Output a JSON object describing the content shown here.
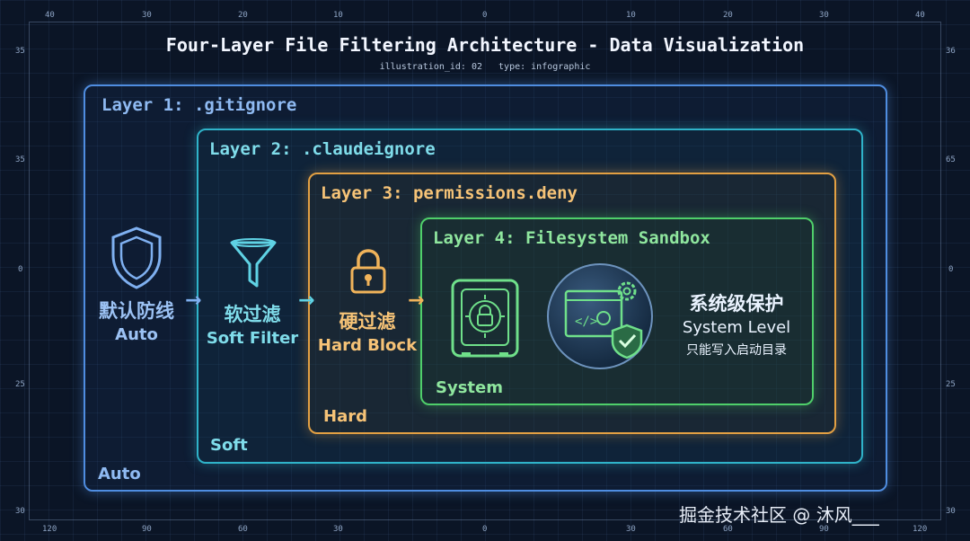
{
  "title": "Four-Layer File Filtering Architecture - Data Visualization",
  "subtitle": {
    "id_text": "illustration_id: 02",
    "type_text": "type: infographic"
  },
  "ticks": {
    "top": [
      "40",
      "30",
      "20",
      "10",
      "0",
      "10",
      "20",
      "30",
      "40"
    ],
    "bottom": [
      "120",
      "90",
      "60",
      "30",
      "0",
      "30",
      "60",
      "90",
      "120"
    ],
    "left": [
      "35",
      "35",
      "0",
      "25",
      "30"
    ],
    "right": [
      "36",
      "65",
      "0",
      "25",
      "30"
    ]
  },
  "layers": [
    {
      "title": "Layer 1: .gitignore",
      "footer": "Auto",
      "color": "#4f8de0"
    },
    {
      "title": "Layer 2: .claudeignore",
      "footer": "Soft",
      "color": "#2fb3c9"
    },
    {
      "title": "Layer 3: permissions.deny",
      "footer": "Hard",
      "color": "#e3a043"
    },
    {
      "title": "Layer 4: Filesystem Sandbox",
      "footer": "System",
      "color": "#4fcf6a"
    }
  ],
  "stages": [
    {
      "icon": "shield-icon",
      "cn": "默认防线",
      "en": "Auto",
      "color": "#7fb0f0"
    },
    {
      "icon": "funnel-icon",
      "cn": "软过滤",
      "en": "Soft Filter",
      "color": "#5fd2e4"
    },
    {
      "icon": "lock-icon",
      "cn": "硬过滤",
      "en": "Hard Block",
      "color": "#f0b35a"
    }
  ],
  "system": {
    "cn": "系统级保护",
    "en": "System Level",
    "note": "只能写入启动目录",
    "icons": [
      "safe-icon",
      "code-window-gear-shield-icon"
    ]
  },
  "arrows": [
    "→",
    "→",
    "→"
  ],
  "watermark": "掘金技术社区 @ 沐风___"
}
